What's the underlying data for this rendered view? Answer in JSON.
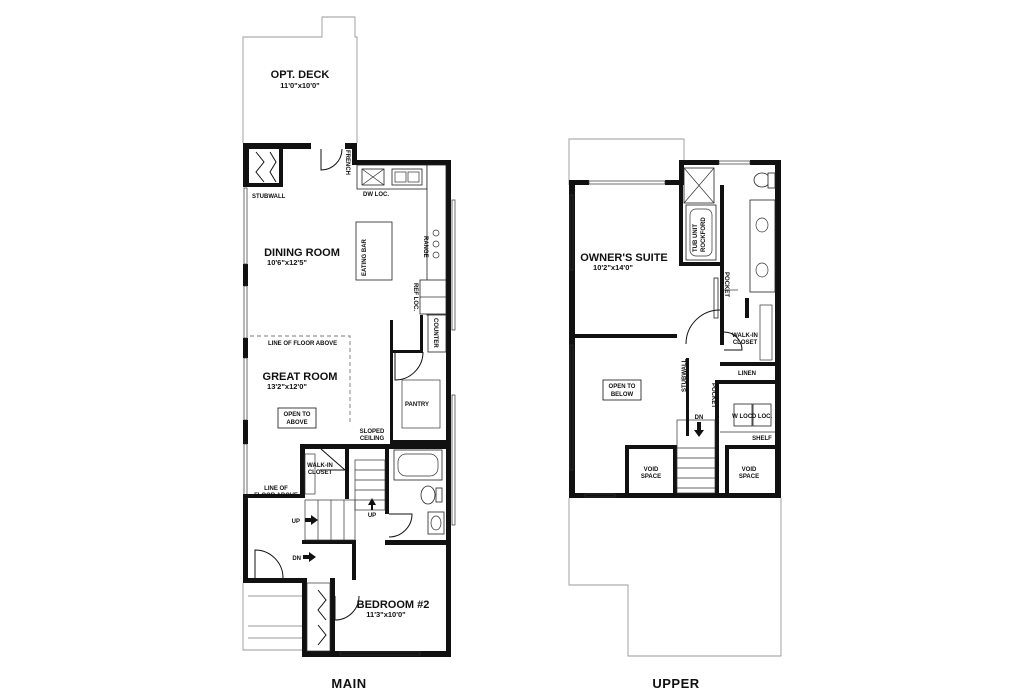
{
  "main": {
    "caption": "MAIN",
    "opt_deck": {
      "name": "OPT. DECK",
      "size": "11'0\"x10'0\""
    },
    "dining_room": {
      "name": "DINING ROOM",
      "size": "10'6\"x12'5\""
    },
    "great_room": {
      "name": "GREAT ROOM",
      "size": "13'2\"x12'0\""
    },
    "bedroom2": {
      "name": "BEDROOM #2",
      "size": "11'3\"x10'0\""
    },
    "labels": {
      "stubwall": "STUBWALL",
      "french": "FRENCH",
      "dw_loc": "DW LOC.",
      "eating_bar": "EATING BAR",
      "range": "RANGE",
      "ref_loc": "REF LOC.",
      "counter": "COUNTER",
      "pantry": "PANTRY",
      "line_floor_above_1": "LINE OF FLOOR ABOVE",
      "open_to_above_1": "OPEN TO",
      "open_to_above_2": "ABOVE",
      "sloped_1": "SLOPED",
      "sloped_2": "CEILING",
      "walkin_1": "WALK-IN",
      "walkin_2": "CLOSET",
      "line_floor_above_a": "LINE OF",
      "line_floor_above_b": "FLOOR ABOVE",
      "up_1": "UP",
      "up_2": "UP",
      "dn": "DN"
    }
  },
  "upper": {
    "caption": "UPPER",
    "owners_suite": {
      "name": "OWNER'S SUITE",
      "size": "10'2\"x14'0\""
    },
    "labels": {
      "tub_1": "TUB UNIT",
      "tub_2": "ROCKFORD",
      "pocket_1": "POCKET",
      "pocket_2": "POCKET",
      "walkin_1": "WALK-IN",
      "walkin_2": "CLOSET",
      "linen": "LINEN",
      "open_below_1": "OPEN TO",
      "open_below_2": "BELOW",
      "stubwall": "STUBWALL",
      "dn": "DN",
      "w_loc": "W LOC.",
      "d_loc": "D LOC.",
      "shelf": "SHELF",
      "void_1a": "VOID",
      "void_1b": "SPACE",
      "void_2a": "VOID",
      "void_2b": "SPACE"
    }
  }
}
